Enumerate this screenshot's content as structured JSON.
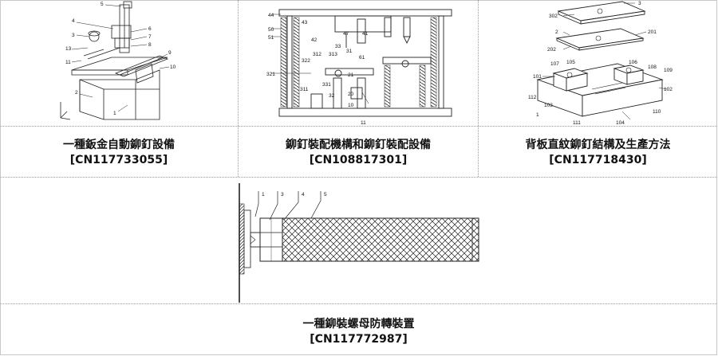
{
  "patents": [
    {
      "title": "一種鈑金自動鉚釘設備",
      "number": "[CN117733055]",
      "ref_labels": [
        "5",
        "4",
        "3",
        "13",
        "11",
        "6",
        "7",
        "8",
        "9",
        "10",
        "2",
        "1"
      ]
    },
    {
      "title": "鉚釘裝配機構和鉚釘裝配設備",
      "number": "[CN108817301]",
      "ref_labels": [
        "44",
        "50",
        "51",
        "43",
        "42",
        "47",
        "41",
        "321",
        "322",
        "312",
        "313",
        "33",
        "31",
        "61",
        "311",
        "32",
        "21",
        "20",
        "10",
        "331",
        "11"
      ]
    },
    {
      "title": "背板直紋鉚釘結構及生產方法",
      "number": "[CN117718430]",
      "ref_labels": [
        "3",
        "302",
        "2",
        "201",
        "202",
        "101",
        "107",
        "105",
        "106",
        "108",
        "109",
        "112",
        "102",
        "103",
        "1",
        "111",
        "104",
        "110"
      ]
    },
    {
      "title": "一種鉚裝螺母防轉裝置",
      "number": "[CN117772987]",
      "ref_labels": [
        "1",
        "3",
        "4",
        "5"
      ]
    }
  ]
}
